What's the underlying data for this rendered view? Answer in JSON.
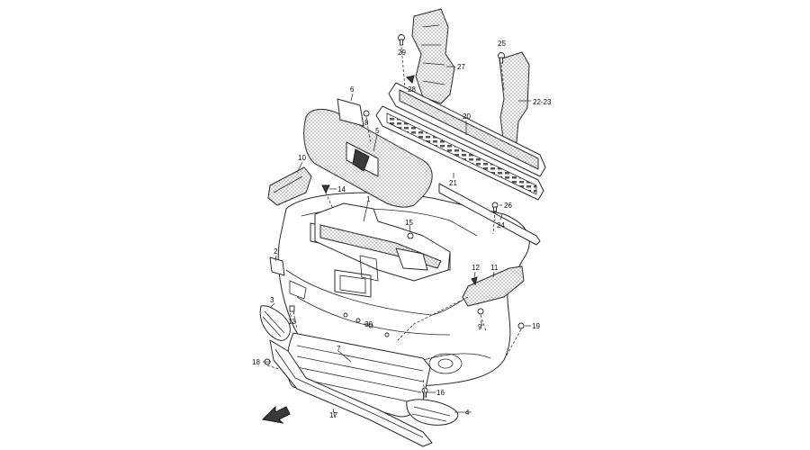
{
  "callouts": {
    "c1": "1",
    "c2": "2",
    "c3": "3",
    "c4": "4",
    "c5": "5",
    "c6": "6",
    "c7": "7",
    "c8": "8",
    "c9": "9",
    "c10": "10",
    "c11": "11",
    "c12": "12",
    "c13": "13",
    "c14": "14",
    "c15": "15",
    "c16": "16",
    "c17": "17",
    "c18": "18",
    "c19": "19",
    "c20": "20",
    "c21": "21",
    "c22_23": "22-23",
    "c24": "24",
    "c25": "25",
    "c26": "26",
    "c27": "27",
    "c28": "28",
    "c29": "29",
    "c30": "30"
  },
  "icons": {
    "front_direction": "front-direction-arrow-icon"
  }
}
